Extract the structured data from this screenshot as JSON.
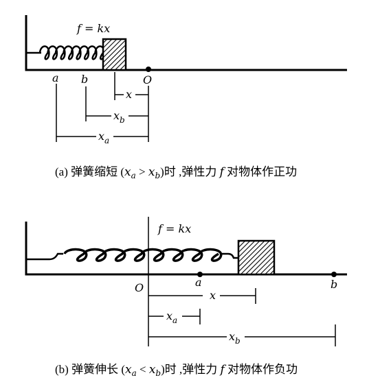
{
  "panel_a": {
    "force_label": "f = kx",
    "point_a": "a",
    "point_b": "b",
    "point_o": "O",
    "dim_x": "x",
    "dim_xb": {
      "base": "x",
      "sub": "b"
    },
    "dim_xa": {
      "base": "x",
      "sub": "a"
    },
    "caption": {
      "prefix": "(a) 弹簧缩短 (",
      "x1": "x",
      "s1": "a",
      "op": " > ",
      "x2": "x",
      "s2": "b",
      "suffix1": ")时 ,弹性力 ",
      "f": "f",
      "suffix2": " 对物体作正功"
    }
  },
  "panel_b": {
    "force_label": "f = kx",
    "point_a": "a",
    "point_b": "b",
    "point_o": "O",
    "dim_x": "x",
    "dim_xa": {
      "base": "x",
      "sub": "a"
    },
    "dim_xb": {
      "base": "x",
      "sub": "b"
    },
    "caption": {
      "prefix": "(b) 弹簧伸长 (",
      "x1": "x",
      "s1": "a",
      "op": " < ",
      "x2": "x",
      "s2": "b",
      "suffix1": ")时 ,弹性力 ",
      "f": "f",
      "suffix2": " 对物体作负功"
    }
  }
}
